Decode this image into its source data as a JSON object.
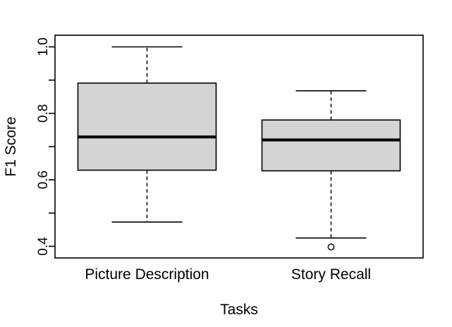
{
  "chart_data": {
    "type": "box",
    "title": "",
    "xlabel": "Tasks",
    "ylabel": "F1 Score",
    "categories": [
      "Picture Description",
      "Story Recall"
    ],
    "ylim": [
      0.365,
      1.035
    ],
    "ytick_values": [
      0.4,
      0.6,
      0.8,
      1.0
    ],
    "ytick_labels": [
      "0.4",
      "0.6",
      "0.8",
      "1.0"
    ],
    "yminor_ticks": [
      0.5,
      0.7,
      0.9
    ],
    "grid": false,
    "legend": null,
    "boxes": [
      {
        "name": "Picture Description",
        "whisker_low": 0.473,
        "q1": 0.629,
        "median": 0.729,
        "q3": 0.891,
        "whisker_high": 1.0,
        "outliers": []
      },
      {
        "name": "Story Recall",
        "whisker_low": 0.425,
        "q1": 0.627,
        "median": 0.72,
        "q3": 0.78,
        "whisker_high": 0.868,
        "outliers": [
          0.398
        ]
      }
    ],
    "colors": {
      "box_fill": "#d4d4d4",
      "line": "#000000",
      "background": "#ffffff"
    }
  }
}
